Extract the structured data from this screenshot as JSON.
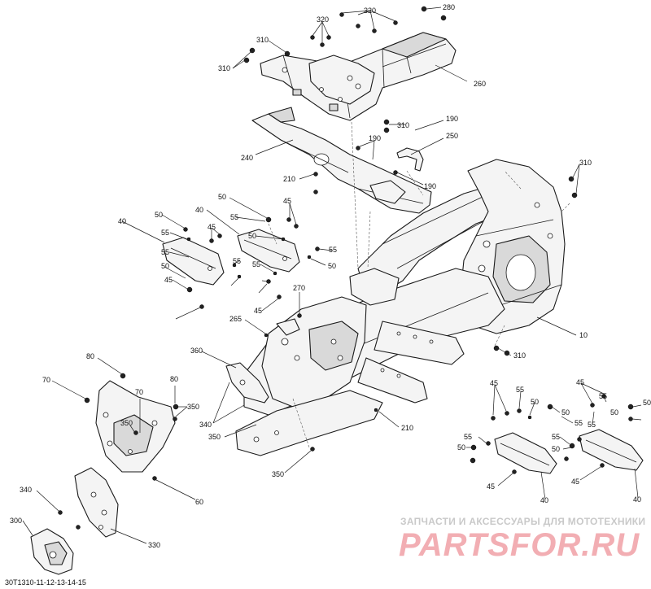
{
  "diagram": {
    "reference_code": "30T1310-11-12-13-14-15",
    "watermark_text": "ЗАПЧАСТИ И АКСЕССУАРЫ ДЛЯ МОТОТЕХНИКИ",
    "watermark_logo": "PARTSFOR.RU",
    "watermark_color": "#f2aeb3",
    "line_color": "#1a1a1a",
    "callouts": [
      {
        "id": "c280",
        "label": "280"
      },
      {
        "id": "c320a",
        "label": "320"
      },
      {
        "id": "c320b",
        "label": "320"
      },
      {
        "id": "c310a",
        "label": "310"
      },
      {
        "id": "c310b",
        "label": "310"
      },
      {
        "id": "c260",
        "label": "260"
      },
      {
        "id": "c310c",
        "label": "310"
      },
      {
        "id": "c190a",
        "label": "190"
      },
      {
        "id": "c250",
        "label": "250"
      },
      {
        "id": "c190b",
        "label": "190"
      },
      {
        "id": "c240",
        "label": "240"
      },
      {
        "id": "c210a",
        "label": "210"
      },
      {
        "id": "c190c",
        "label": "190"
      },
      {
        "id": "c310d",
        "label": "310"
      },
      {
        "id": "c50a",
        "label": "50"
      },
      {
        "id": "c45a",
        "label": "45"
      },
      {
        "id": "c40a",
        "label": "40"
      },
      {
        "id": "c50b",
        "label": "50"
      },
      {
        "id": "c40b",
        "label": "40"
      },
      {
        "id": "c55a",
        "label": "55"
      },
      {
        "id": "c45b",
        "label": "45"
      },
      {
        "id": "c55b",
        "label": "55"
      },
      {
        "id": "c50c",
        "label": "50"
      },
      {
        "id": "c55c",
        "label": "55"
      },
      {
        "id": "c55d",
        "label": "55"
      },
      {
        "id": "c55e",
        "label": "55"
      },
      {
        "id": "c50d",
        "label": "50"
      },
      {
        "id": "c55f",
        "label": "55"
      },
      {
        "id": "c50e",
        "label": "50"
      },
      {
        "id": "c45c",
        "label": "45"
      },
      {
        "id": "c270",
        "label": "270"
      },
      {
        "id": "c45d",
        "label": "45"
      },
      {
        "id": "c265",
        "label": "265"
      },
      {
        "id": "c10",
        "label": "10"
      },
      {
        "id": "c310e",
        "label": "310"
      },
      {
        "id": "c80a",
        "label": "80"
      },
      {
        "id": "c360",
        "label": "360"
      },
      {
        "id": "c70a",
        "label": "70"
      },
      {
        "id": "c70b",
        "label": "70"
      },
      {
        "id": "c80b",
        "label": "80"
      },
      {
        "id": "c350a",
        "label": "350"
      },
      {
        "id": "c350b",
        "label": "350"
      },
      {
        "id": "c340a",
        "label": "340"
      },
      {
        "id": "c350c",
        "label": "350"
      },
      {
        "id": "c210b",
        "label": "210"
      },
      {
        "id": "c350d",
        "label": "350"
      },
      {
        "id": "c60",
        "label": "60"
      },
      {
        "id": "c340b",
        "label": "340"
      },
      {
        "id": "c300",
        "label": "300"
      },
      {
        "id": "c330",
        "label": "330"
      },
      {
        "id": "c45e",
        "label": "45"
      },
      {
        "id": "c55g",
        "label": "55"
      },
      {
        "id": "c50f",
        "label": "50"
      },
      {
        "id": "c50g",
        "label": "50"
      },
      {
        "id": "c55h",
        "label": "55"
      },
      {
        "id": "c45f",
        "label": "45"
      },
      {
        "id": "c55i",
        "label": "55"
      },
      {
        "id": "c50h",
        "label": "50"
      },
      {
        "id": "c50i",
        "label": "50"
      },
      {
        "id": "c55j",
        "label": "55"
      },
      {
        "id": "c55k",
        "label": "55"
      },
      {
        "id": "c50j",
        "label": "50"
      },
      {
        "id": "c55l",
        "label": "55"
      },
      {
        "id": "c50k",
        "label": "50"
      },
      {
        "id": "c45g",
        "label": "45"
      },
      {
        "id": "c45h",
        "label": "45"
      },
      {
        "id": "c40c",
        "label": "40"
      },
      {
        "id": "c40d",
        "label": "40"
      }
    ]
  }
}
